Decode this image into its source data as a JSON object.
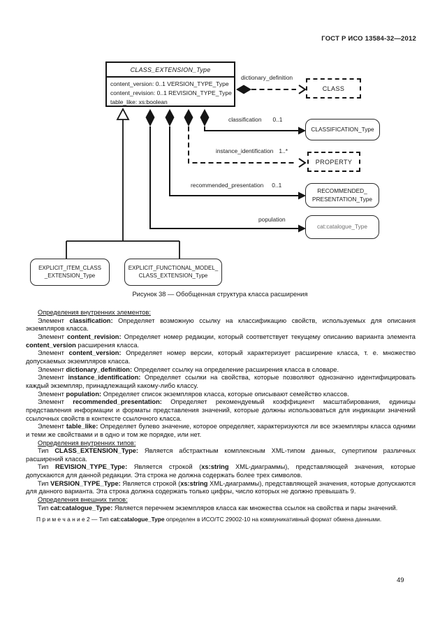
{
  "colors": {
    "ink": "#1a1a1a",
    "muted_type_text": "#6e6e6e",
    "paper": "#ffffff"
  },
  "page": {
    "header": "ГОСТ Р ИСО 13584-32—2012",
    "number": "49"
  },
  "diagram": {
    "main_class": {
      "title": "CLASS_EXTENSION_Type",
      "attributes": [
        "content_version: 0..1 VERSION_TYPE_Type",
        "content_revision: 0..1 REVISION_TYPE_Type",
        "table_like: xs:boolean"
      ]
    },
    "external_classes": {
      "class": "CLASS",
      "property": "PROPERTY"
    },
    "type_boxes": {
      "classification": "CLASSIFICATION_Type",
      "recommended_line1": "RECOMMENDED_",
      "recommended_line2": "PRESENTATION_Type",
      "catalogue": "cat:catalogue_Type",
      "explicit_item_line1": "EXPLICIT_ITEM_CLASS",
      "explicit_item_line2": "_EXTENSION_Type",
      "explicit_functional_line1": "EXPLICIT_FUNCTIONAL_MODEL_",
      "explicit_functional_line2": "CLASS_EXTENSION_Type"
    },
    "associations": {
      "dictionary_definition": {
        "name": "dictionary_definition",
        "card": ""
      },
      "classification": {
        "name": "classification",
        "card": "0..1"
      },
      "instance_identification": {
        "name": "instance_identification",
        "card": "1..*"
      },
      "recommended_presentation": {
        "name": "recommended_presentation",
        "card": "0..1"
      },
      "population": {
        "name": "population",
        "card": ""
      }
    },
    "caption": "Рисунок 38 — Обобщенная структура класса расширения"
  },
  "text": {
    "paragraphs": [
      {
        "cls": "heading",
        "segments": [
          {
            "t": "Определения внутренних элементов:",
            "u": true
          }
        ]
      },
      {
        "cls": "para",
        "segments": [
          {
            "t": "Элемент "
          },
          {
            "t": "classification:",
            "b": true
          },
          {
            "t": " Определяет возможную ссылку на классификацию свойств, используемых для описания экземпляров класса."
          }
        ]
      },
      {
        "cls": "para",
        "segments": [
          {
            "t": "Элемент "
          },
          {
            "t": "content_revision:",
            "b": true
          },
          {
            "t": " Определяет номер редакции, который соответствует текущему описанию варианта элемента "
          },
          {
            "t": "content_version",
            "b": true
          },
          {
            "t": " расширения класса."
          }
        ]
      },
      {
        "cls": "para",
        "segments": [
          {
            "t": "Элемент "
          },
          {
            "t": "content_version:",
            "b": true
          },
          {
            "t": " Определяет номер версии, который характеризует расширение класса, т. е. множество допускаемых экземпляров класса."
          }
        ]
      },
      {
        "cls": "para",
        "segments": [
          {
            "t": "Элемент "
          },
          {
            "t": "dictionary_definition:",
            "b": true
          },
          {
            "t": " Определяет ссылку на определение расширения класса в словаре."
          }
        ]
      },
      {
        "cls": "para",
        "segments": [
          {
            "t": "Элемент "
          },
          {
            "t": "instance_identification:",
            "b": true
          },
          {
            "t": " Определяет ссылки на свойства, которые позволяют однозначно идентифицировать каждый экземпляр, принадлежащий какому-либо классу."
          }
        ]
      },
      {
        "cls": "para",
        "segments": [
          {
            "t": "Элемент "
          },
          {
            "t": "population:",
            "b": true
          },
          {
            "t": " Определяет список экземпляров класса, которые описывают семейство классов."
          }
        ]
      },
      {
        "cls": "para",
        "segments": [
          {
            "t": "Элемент "
          },
          {
            "t": "recommended_presentation:",
            "b": true
          },
          {
            "t": " Определяет рекомендуемый коэффициент масштабирования, единицы представления информации и форматы представления значений, которые должны использоваться для индикации значений ссылочных свойств в контексте ссылочного класса."
          }
        ]
      },
      {
        "cls": "para",
        "segments": [
          {
            "t": "Элемент "
          },
          {
            "t": "table_like:",
            "b": true
          },
          {
            "t": " Определяет булево значение, которое определяет, характеризуются ли все экземпляры класса одними и теми же свойствами и в одно и том же порядке, или нет."
          }
        ]
      },
      {
        "cls": "heading",
        "segments": [
          {
            "t": "Определения внутренних типов:",
            "u": true
          }
        ]
      },
      {
        "cls": "para",
        "segments": [
          {
            "t": "Тип "
          },
          {
            "t": "CLASS_EXTENSION_Type:",
            "b": true
          },
          {
            "t": " Является абстрактным комплексным XML-типом данных, супертипом различных расширений класса."
          }
        ]
      },
      {
        "cls": "para",
        "segments": [
          {
            "t": "Тип "
          },
          {
            "t": "REVISION_TYPE_Type:",
            "b": true
          },
          {
            "t": " Является строкой ("
          },
          {
            "t": "xs:string",
            "b": true
          },
          {
            "t": " XML-диаграммы), представляющей значения, которые допускаются для данной редакции. Эта строка не должна содержать более трех символов."
          }
        ]
      },
      {
        "cls": "para",
        "segments": [
          {
            "t": "Тип "
          },
          {
            "t": "VERSION_TYPE_Type:",
            "b": true
          },
          {
            "t": " Является строкой ("
          },
          {
            "t": "xs:string",
            "b": true
          },
          {
            "t": " XML-диаграммы), представляющей значения, которые допускаются для данного варианта. Эта строка должна содержать только цифры, число которых не должно превышать 9."
          }
        ]
      },
      {
        "cls": "heading",
        "segments": [
          {
            "t": "Определения внешних типов:",
            "u": true
          }
        ]
      },
      {
        "cls": "para",
        "segments": [
          {
            "t": "Тип "
          },
          {
            "t": "cat:catalogue_Type:",
            "b": true
          },
          {
            "t": " Является перечнем экземпляров класса как множества ссылок на свойства и пары значений."
          }
        ]
      },
      {
        "cls": "note",
        "segments": [
          {
            "t": "П р и м е ч а н и е  2 — Тип "
          },
          {
            "t": "cat:catalogue_Type",
            "b": true
          },
          {
            "t": " определен в ИСО/ТС 29002-10 на коммуникативный формат обмена данными."
          }
        ]
      }
    ]
  }
}
